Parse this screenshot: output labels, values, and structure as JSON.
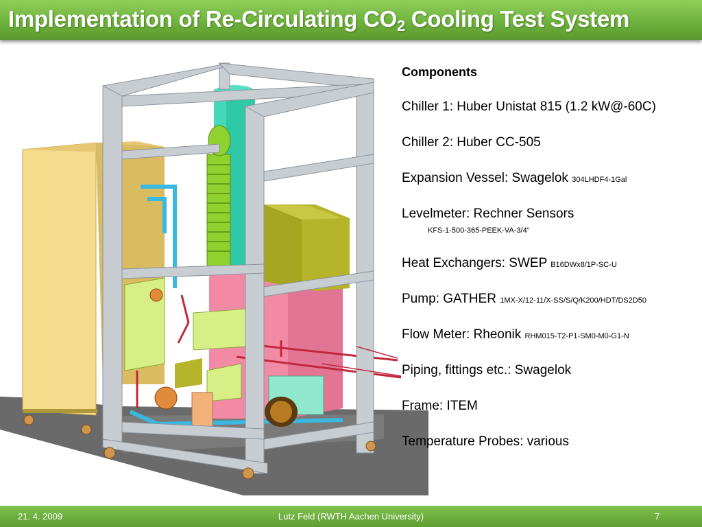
{
  "slide": {
    "title_main": "Implementation of Re-Circulating CO",
    "title_sub": "2",
    "title_rest": " Cooling Test System"
  },
  "components": {
    "heading": "Components",
    "items": [
      {
        "label": "Chiller 1: Huber Unistat 815 (1.2 kW@-60C)"
      },
      {
        "label": "Chiller 2: Huber CC-505"
      },
      {
        "label": "Expansion Vessel: Swagelok",
        "model": "304LHDF4-1Gal"
      },
      {
        "label": "Levelmeter: Rechner Sensors",
        "model_line": "KFS-1-500-365-PEEK-VA-3/4“"
      },
      {
        "label": "Heat Exchangers: SWEP",
        "model": "B16DWx8/1P-SC-U"
      },
      {
        "label": "Pump: GATHER",
        "model": "1MX-X/12-11/X-SS/S/Q/K200/HDT/DS2D50"
      },
      {
        "label": "Flow Meter: Rheonik",
        "model": "RHM015-T2-P1-SM0-M0-G1-N"
      },
      {
        "label": "Piping, fittings etc.: Swagelok"
      },
      {
        "label": "Frame: ITEM"
      },
      {
        "label": "Temperature Probes: various"
      }
    ]
  },
  "footer": {
    "date": "21. 4. 2009",
    "author": "Lutz Feld (RWTH Aachen University)",
    "page": "7"
  },
  "colors": {
    "title_green": "#6fb23d",
    "frame_gray": "#c8cdd2",
    "chiller_yellow": "#f3dc8c",
    "cabinet_pink": "#f28aa6",
    "olive_box": "#b6b42a",
    "vessel_teal": "#2fc9a8",
    "coil_green": "#8fd12e",
    "pipe_blue": "#3ab8e0",
    "pipe_red": "#c0283c",
    "floor_gray": "#6a6a6a"
  }
}
